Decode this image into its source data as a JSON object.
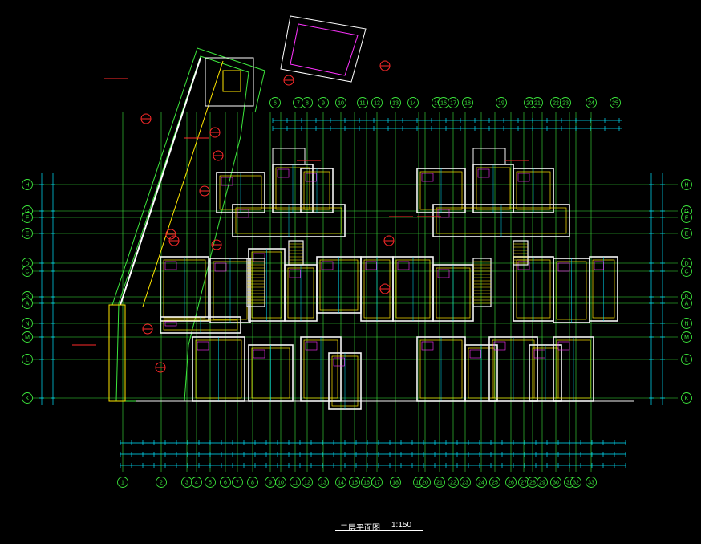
{
  "drawing": {
    "title": "二层平面图",
    "scale": "1:150"
  },
  "bottom_axes": [
    "1",
    "2",
    "3",
    "4",
    "5",
    "6",
    "7",
    "8",
    "9",
    "10",
    "11",
    "12",
    "13",
    "14",
    "15",
    "16",
    "17",
    "18",
    "19",
    "20",
    "21",
    "22",
    "23",
    "24",
    "25",
    "26",
    "27",
    "28",
    "29",
    "30",
    "31",
    "32",
    "33"
  ],
  "top_axes": [
    "6",
    "7",
    "8",
    "9",
    "10",
    "11",
    "12",
    "13",
    "14",
    "15",
    "16",
    "17",
    "18",
    "19",
    "20",
    "21",
    "22",
    "23",
    "24",
    "25"
  ],
  "left_axes": [
    "H",
    "G",
    "F",
    "E",
    "D",
    "C",
    "B",
    "A",
    "N",
    "M",
    "L",
    "K"
  ],
  "right_axes": [
    "H",
    "G",
    "F",
    "E",
    "D",
    "C",
    "B",
    "A",
    "N",
    "M",
    "L",
    "K"
  ],
  "colors": {
    "background": "#000000",
    "wall": "#f4f4f4",
    "axis": "#3ce63c",
    "dimension": "#00e5ff",
    "annotation": "#ff2a2a",
    "furniture": "#ffe600",
    "door": "#ff33ff"
  }
}
